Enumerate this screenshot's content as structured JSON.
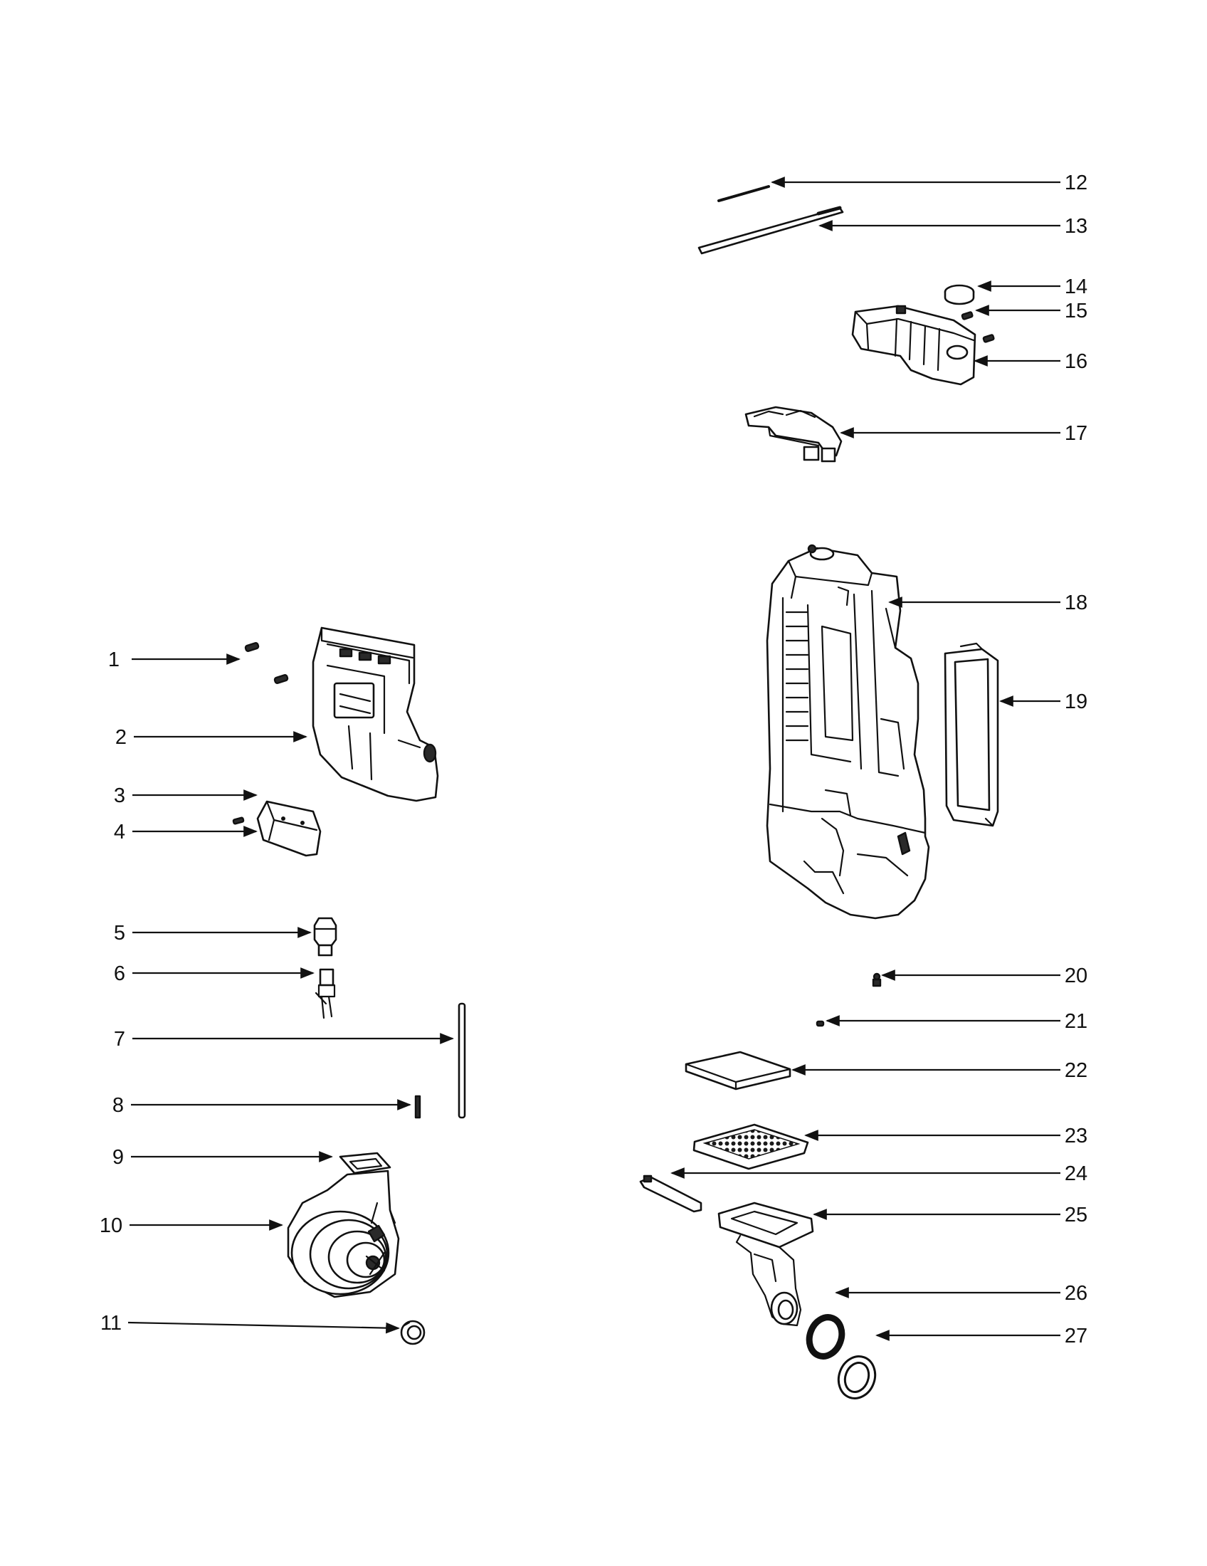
{
  "diagram": {
    "callouts": [
      {
        "id": 1,
        "label": "1"
      },
      {
        "id": 2,
        "label": "2"
      },
      {
        "id": 3,
        "label": "3"
      },
      {
        "id": 4,
        "label": "4"
      },
      {
        "id": 5,
        "label": "5"
      },
      {
        "id": 6,
        "label": "6"
      },
      {
        "id": 7,
        "label": "7"
      },
      {
        "id": 8,
        "label": "8"
      },
      {
        "id": 9,
        "label": "9"
      },
      {
        "id": 10,
        "label": "10"
      },
      {
        "id": 11,
        "label": "11"
      },
      {
        "id": 12,
        "label": "12"
      },
      {
        "id": 13,
        "label": "13"
      },
      {
        "id": 14,
        "label": "14"
      },
      {
        "id": 15,
        "label": "15"
      },
      {
        "id": 16,
        "label": "16"
      },
      {
        "id": 17,
        "label": "17"
      },
      {
        "id": 18,
        "label": "18"
      },
      {
        "id": 19,
        "label": "19"
      },
      {
        "id": 20,
        "label": "20"
      },
      {
        "id": 21,
        "label": "21"
      },
      {
        "id": 22,
        "label": "22"
      },
      {
        "id": 23,
        "label": "23"
      },
      {
        "id": 24,
        "label": "24"
      },
      {
        "id": 25,
        "label": "25"
      },
      {
        "id": 26,
        "label": "26"
      },
      {
        "id": 27,
        "label": "27"
      }
    ]
  }
}
